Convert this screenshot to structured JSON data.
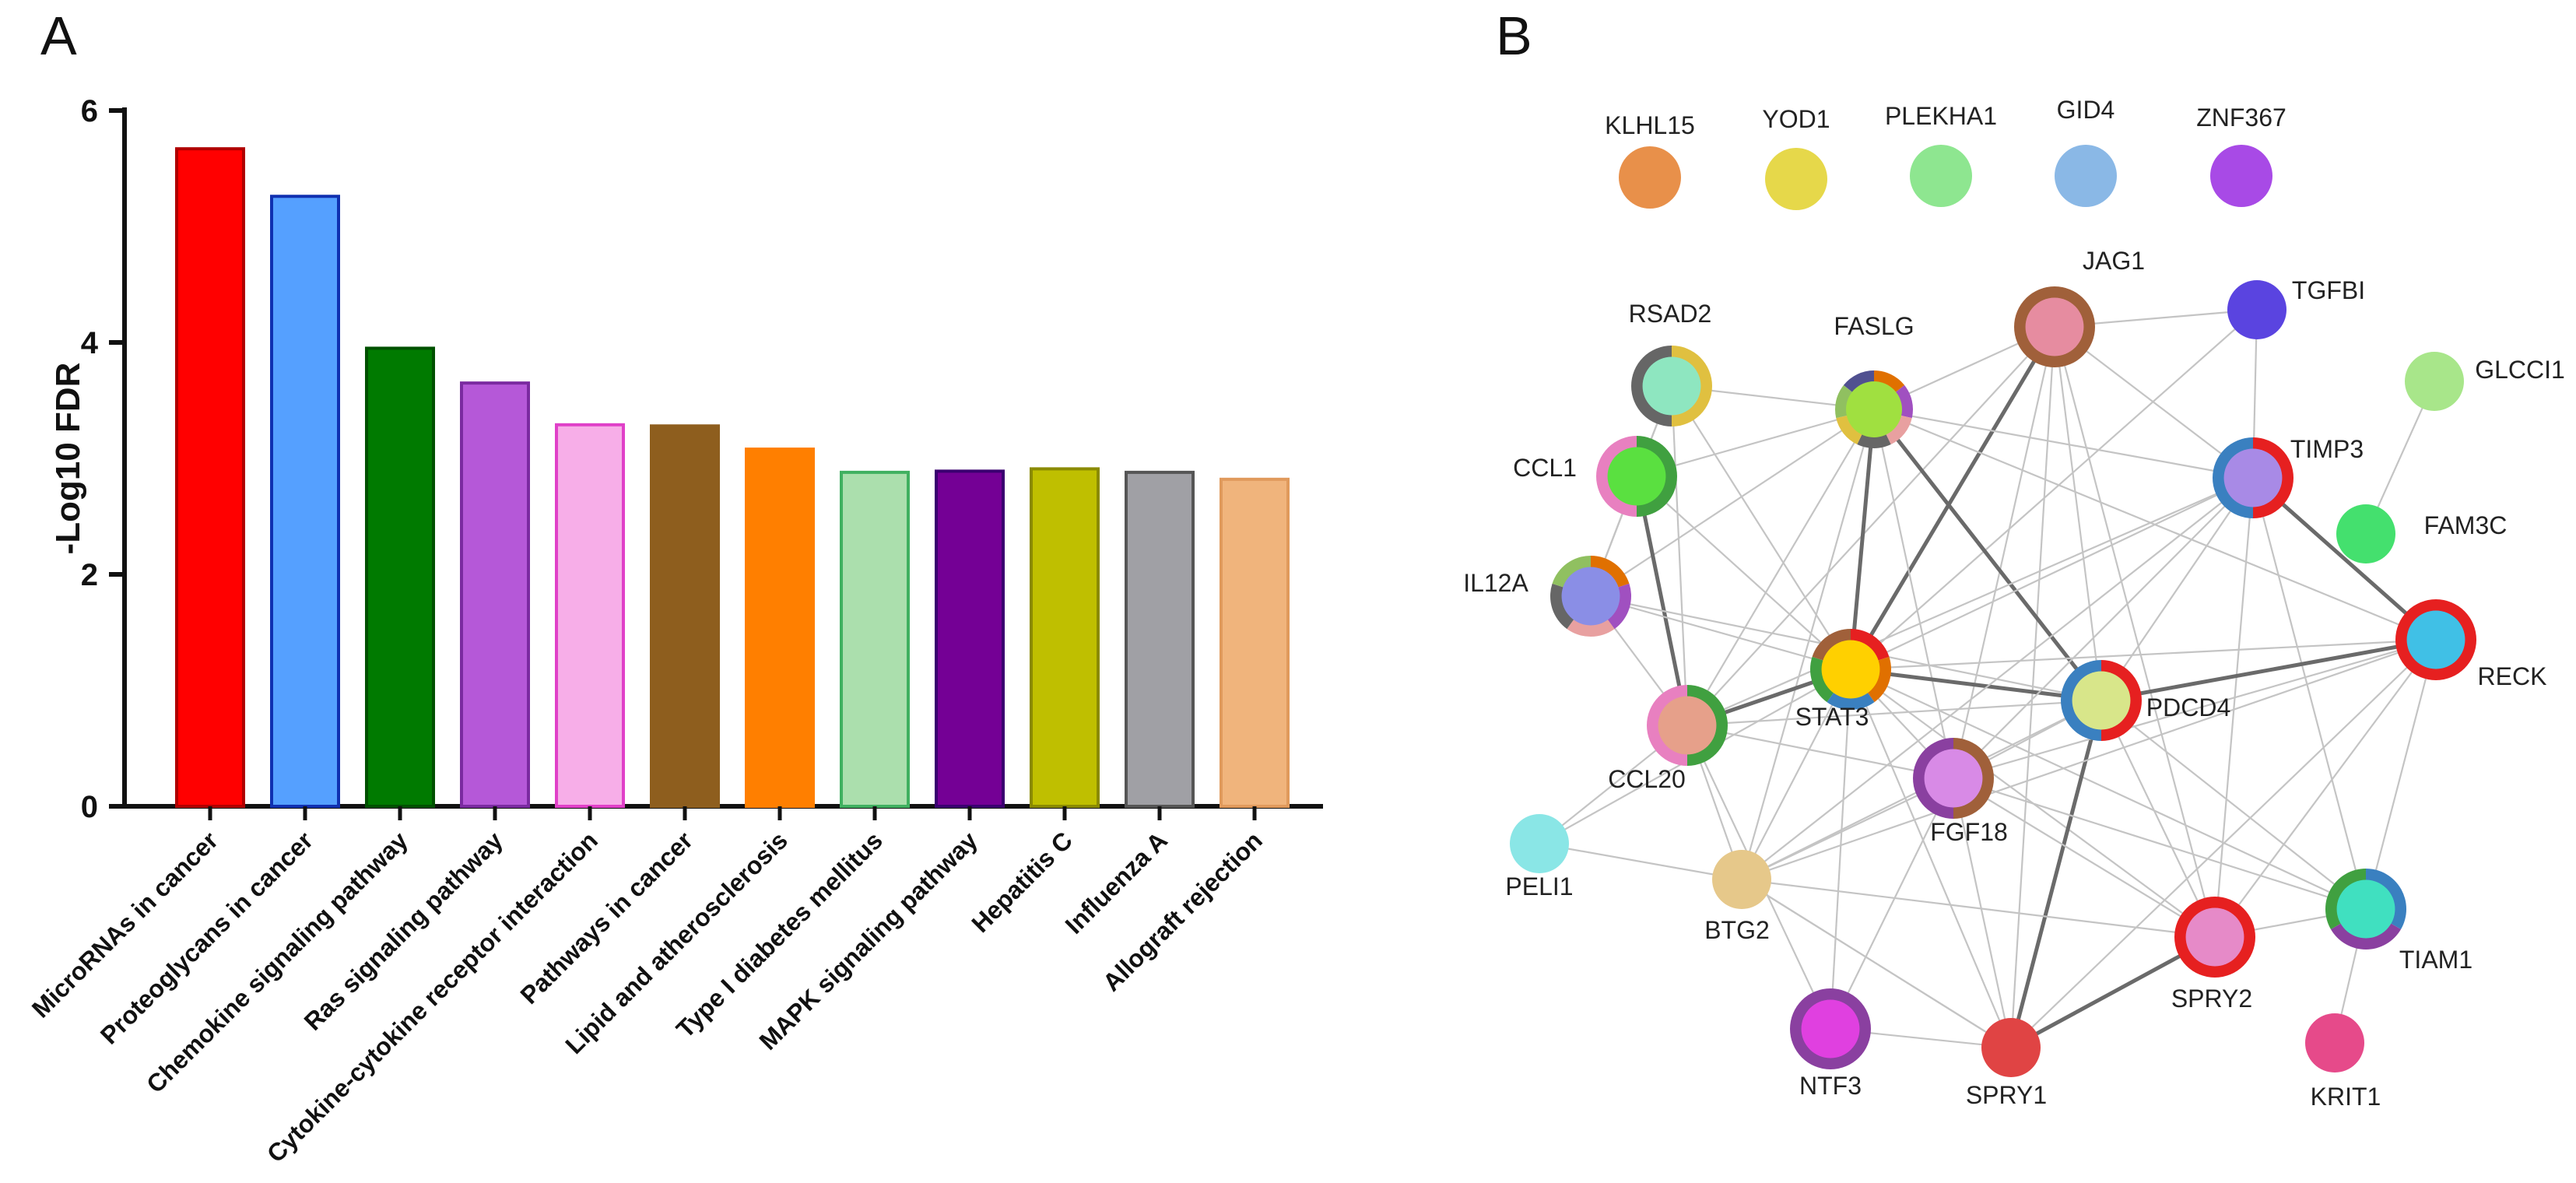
{
  "panels": {
    "a": "A",
    "b": "B"
  },
  "chart_data": [
    {
      "type": "bar",
      "panel": "A",
      "ylabel": "-Log10 FDR",
      "ylim": [
        0,
        6
      ],
      "yticks": [
        0,
        2,
        4,
        6
      ],
      "categories": [
        "MicroRNAs in cancer",
        "Proteoglycans in cancer",
        "Chemokine signaling pathway",
        "Ras signaling pathway",
        "Cytokine-cytokine receptor interaction",
        "Pathways in cancer",
        "Lipid and atherosclerosis",
        "Type I diabetes mellitus",
        "MAPK signaling pathway",
        "Hepatitis C",
        "Influenza A",
        "Allograft rejection"
      ],
      "values": [
        5.67,
        5.26,
        3.95,
        3.65,
        3.29,
        3.28,
        3.08,
        2.88,
        2.89,
        2.91,
        2.88,
        2.82
      ],
      "colors": [
        {
          "fill": "#ff0000",
          "stroke": "#b00000"
        },
        {
          "fill": "#55a0ff",
          "stroke": "#1030b0"
        },
        {
          "fill": "#007a00",
          "stroke": "#005000"
        },
        {
          "fill": "#b558d8",
          "stroke": "#7a2aa0"
        },
        {
          "fill": "#f7aee8",
          "stroke": "#e040c8"
        },
        {
          "fill": "#8e5e1e",
          "stroke": "#8e5e1e"
        },
        {
          "fill": "#ff7f00",
          "stroke": "#ff7f00"
        },
        {
          "fill": "#abdfad",
          "stroke": "#40b060"
        },
        {
          "fill": "#740095",
          "stroke": "#3a0070"
        },
        {
          "fill": "#bfbf00",
          "stroke": "#8a8a00"
        },
        {
          "fill": "#a0a0a5",
          "stroke": "#555"
        },
        {
          "fill": "#f0b47c",
          "stroke": "#e09a5c"
        }
      ]
    },
    {
      "type": "network",
      "panel": "B",
      "nodes": [
        {
          "id": "KLHL15",
          "fill": "#e8904a"
        },
        {
          "id": "YOD1",
          "fill": "#e6d84a"
        },
        {
          "id": "PLEKHA1",
          "fill": "#8ee690"
        },
        {
          "id": "GID4",
          "fill": "#8ab8e6"
        },
        {
          "id": "ZNF367",
          "fill": "#a84ae6"
        },
        {
          "id": "JAG1",
          "fill": "#e68ca0",
          "rings": [
            "#a0603a"
          ]
        },
        {
          "id": "TGFBI",
          "fill": "#5a44e0"
        },
        {
          "id": "GLCCI1",
          "fill": "#a8e68a"
        },
        {
          "id": "RSAD2",
          "fill": "#8ee6c0",
          "rings": [
            "#e0c040",
            "#666666"
          ]
        },
        {
          "id": "FASLG",
          "fill": "#a0e040",
          "rings": [
            "#e07000",
            "#a050c0",
            "#e8a0a0",
            "#666",
            "#e0c040",
            "#90c060",
            "#505090"
          ]
        },
        {
          "id": "TIMP3",
          "fill": "#a88ae6",
          "rings": [
            "#e62020",
            "#3a80c0"
          ]
        },
        {
          "id": "FAM3C",
          "fill": "#44e06e"
        },
        {
          "id": "CCL1",
          "fill": "#5ae040",
          "rings": [
            "#40a040",
            "#e880c0"
          ]
        },
        {
          "id": "IL12A",
          "fill": "#8a8ee6",
          "rings": [
            "#e07000",
            "#a050c0",
            "#e8a0a0",
            "#666",
            "#90c060"
          ]
        },
        {
          "id": "STAT3",
          "fill": "#ffd000",
          "rings": [
            "#e62020",
            "#e07000",
            "#3a80c0",
            "#40a040",
            "#a0603a"
          ]
        },
        {
          "id": "PDCD4",
          "fill": "#d8e68a",
          "rings": [
            "#e62020",
            "#3a80c0"
          ]
        },
        {
          "id": "RECK",
          "fill": "#40c0e6",
          "rings": [
            "#e62020"
          ]
        },
        {
          "id": "CCL20",
          "fill": "#e6a08a",
          "rings": [
            "#40a040",
            "#e880c0"
          ]
        },
        {
          "id": "FGF18",
          "fill": "#d88ae6",
          "rings": [
            "#a0603a",
            "#8a40a0"
          ]
        },
        {
          "id": "PELI1",
          "fill": "#8ae6e6"
        },
        {
          "id": "BTG2",
          "fill": "#e6c88a"
        },
        {
          "id": "TIAM1",
          "fill": "#40e0c0",
          "rings": [
            "#3a80c0",
            "#8a40a0",
            "#40a040"
          ]
        },
        {
          "id": "SPRY2",
          "fill": "#e68ac8",
          "rings": [
            "#e62020"
          ]
        },
        {
          "id": "NTF3",
          "fill": "#e040e0",
          "rings": [
            "#8a40a0"
          ]
        },
        {
          "id": "SPRY1",
          "fill": "#e04444"
        },
        {
          "id": "KRIT1",
          "fill": "#e64a8a"
        }
      ],
      "edges": [
        [
          "JAG1",
          "TGFBI"
        ],
        [
          "JAG1",
          "FASLG"
        ],
        [
          "JAG1",
          "TIMP3"
        ],
        [
          "JAG1",
          "STAT3"
        ],
        [
          "JAG1",
          "PDCD4"
        ],
        [
          "JAG1",
          "SPRY2"
        ],
        [
          "JAG1",
          "SPRY1"
        ],
        [
          "JAG1",
          "FGF18"
        ],
        [
          "JAG1",
          "CCL20"
        ],
        [
          "TGFBI",
          "TIMP3"
        ],
        [
          "TGFBI",
          "STAT3"
        ],
        [
          "RSAD2",
          "FASLG"
        ],
        [
          "RSAD2",
          "CCL1"
        ],
        [
          "RSAD2",
          "STAT3"
        ],
        [
          "RSAD2",
          "IL12A"
        ],
        [
          "RSAD2",
          "CCL20"
        ],
        [
          "FASLG",
          "STAT3"
        ],
        [
          "FASLG",
          "CCL1"
        ],
        [
          "FASLG",
          "IL12A"
        ],
        [
          "FASLG",
          "CCL20"
        ],
        [
          "FASLG",
          "PDCD4"
        ],
        [
          "FASLG",
          "TIMP3"
        ],
        [
          "FASLG",
          "FGF18"
        ],
        [
          "FASLG",
          "BTG2"
        ],
        [
          "FASLG",
          "RECK"
        ],
        [
          "CCL1",
          "CCL20"
        ],
        [
          "CCL1",
          "STAT3"
        ],
        [
          "CCL1",
          "IL12A"
        ],
        [
          "IL12A",
          "CCL20"
        ],
        [
          "IL12A",
          "STAT3"
        ],
        [
          "IL12A",
          "PDCD4"
        ],
        [
          "STAT3",
          "PDCD4"
        ],
        [
          "STAT3",
          "CCL20"
        ],
        [
          "STAT3",
          "TIMP3"
        ],
        [
          "STAT3",
          "RECK"
        ],
        [
          "STAT3",
          "FGF18"
        ],
        [
          "STAT3",
          "BTG2"
        ],
        [
          "STAT3",
          "SPRY1"
        ],
        [
          "STAT3",
          "SPRY2"
        ],
        [
          "STAT3",
          "NTF3"
        ],
        [
          "STAT3",
          "TIAM1"
        ],
        [
          "STAT3",
          "PELI1"
        ],
        [
          "TIMP3",
          "RECK"
        ],
        [
          "TIMP3",
          "PDCD4"
        ],
        [
          "TIMP3",
          "FGF18"
        ],
        [
          "TIMP3",
          "TIAM1"
        ],
        [
          "TIMP3",
          "SPRY2"
        ],
        [
          "TIMP3",
          "BTG2"
        ],
        [
          "TIMP3",
          "CCL20"
        ],
        [
          "PDCD4",
          "RECK"
        ],
        [
          "PDCD4",
          "SPRY1"
        ],
        [
          "PDCD4",
          "SPRY2"
        ],
        [
          "PDCD4",
          "FGF18"
        ],
        [
          "PDCD4",
          "BTG2"
        ],
        [
          "PDCD4",
          "CCL20"
        ],
        [
          "PDCD4",
          "TIAM1"
        ],
        [
          "RECK",
          "SPRY2"
        ],
        [
          "RECK",
          "TIAM1"
        ],
        [
          "RECK",
          "FGF18"
        ],
        [
          "RECK",
          "SPRY1"
        ],
        [
          "RECK",
          "BTG2"
        ],
        [
          "CCL20",
          "PELI1"
        ],
        [
          "CCL20",
          "BTG2"
        ],
        [
          "CCL20",
          "FGF18"
        ],
        [
          "CCL20",
          "NTF3"
        ],
        [
          "FGF18",
          "SPRY1"
        ],
        [
          "FGF18",
          "SPRY2"
        ],
        [
          "FGF18",
          "NTF3"
        ],
        [
          "FGF18",
          "BTG2"
        ],
        [
          "FGF18",
          "TIAM1"
        ],
        [
          "SPRY1",
          "SPRY2"
        ],
        [
          "SPRY1",
          "NTF3"
        ],
        [
          "SPRY1",
          "BTG2"
        ],
        [
          "SPRY2",
          "TIAM1"
        ],
        [
          "SPRY2",
          "BTG2"
        ],
        [
          "BTG2",
          "PELI1"
        ],
        [
          "BTG2",
          "SPRY1"
        ],
        [
          "TIAM1",
          "KRIT1"
        ],
        [
          "GLCCI1",
          "FAM3C"
        ]
      ],
      "strong_edges": [
        [
          "FASLG",
          "STAT3"
        ],
        [
          "CCL1",
          "CCL20"
        ],
        [
          "STAT3",
          "PDCD4"
        ],
        [
          "PDCD4",
          "RECK"
        ],
        [
          "TIMP3",
          "RECK"
        ],
        [
          "SPRY1",
          "SPRY2"
        ],
        [
          "PDCD4",
          "SPRY1"
        ],
        [
          "JAG1",
          "STAT3"
        ],
        [
          "CCL20",
          "STAT3"
        ],
        [
          "FASLG",
          "PDCD4"
        ]
      ]
    }
  ]
}
